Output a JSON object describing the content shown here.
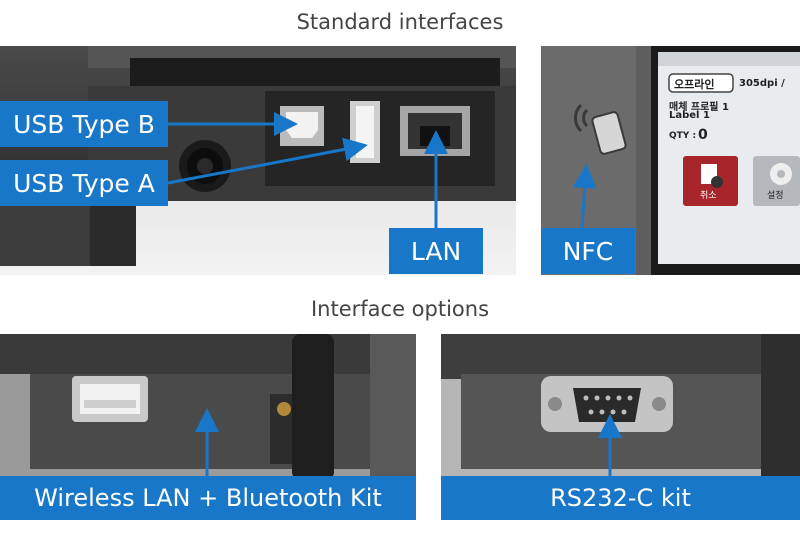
{
  "headings": {
    "standard": "Standard interfaces",
    "options": "Interface options"
  },
  "labels": {
    "usb_type_b": "USB Type B",
    "usb_type_a": "USB Type A",
    "lan": "LAN",
    "nfc": "NFC",
    "wireless": "Wireless LAN + Bluetooth Kit",
    "rs232": "RS232-C kit"
  },
  "printer_screen": {
    "status_button": "오프라인",
    "dpi": "305dpi /",
    "profile": "매체 프로필 1",
    "label_name": "Label 1",
    "qty_label": "QTY :",
    "qty_value": "0",
    "cancel_label": "취소",
    "settings_label": "설정"
  },
  "colors": {
    "label_blue": "#1877c8",
    "arrow_blue": "#1877c8",
    "cancel_red": "#a8262b"
  }
}
